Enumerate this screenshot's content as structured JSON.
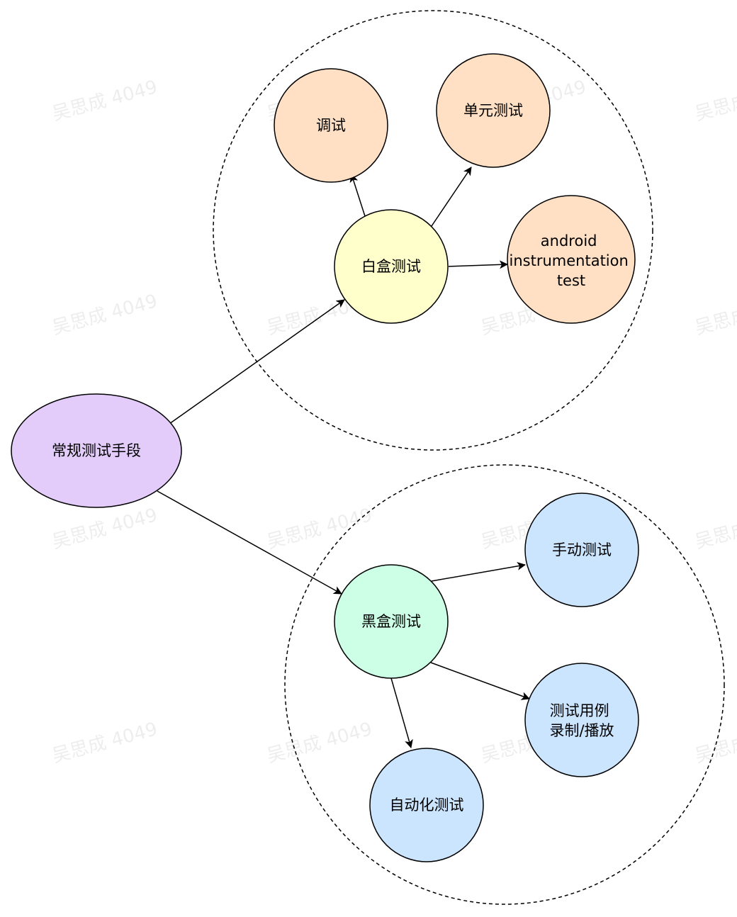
{
  "colors": {
    "root": "#e3ccfa",
    "white_box": "#ffffcc",
    "white_leaf": "#ffe0c4",
    "black_box": "#ccffe6",
    "black_leaf": "#cce5ff",
    "stroke": "#000000"
  },
  "watermark": "吴思成 4049",
  "nodes": {
    "root": {
      "label": "常规测试手段"
    },
    "white_box": {
      "label": "白盒测试"
    },
    "debug": {
      "label": "调试"
    },
    "unit_test": {
      "label": "单元测试"
    },
    "android_test": {
      "lines": [
        "android",
        "instrumentation",
        "test"
      ]
    },
    "black_box": {
      "label": "黑盒测试"
    },
    "manual_test": {
      "label": "手动测试"
    },
    "record_play": {
      "lines": [
        "测试用例",
        "录制/播放"
      ]
    },
    "auto_test": {
      "label": "自动化测试"
    }
  }
}
